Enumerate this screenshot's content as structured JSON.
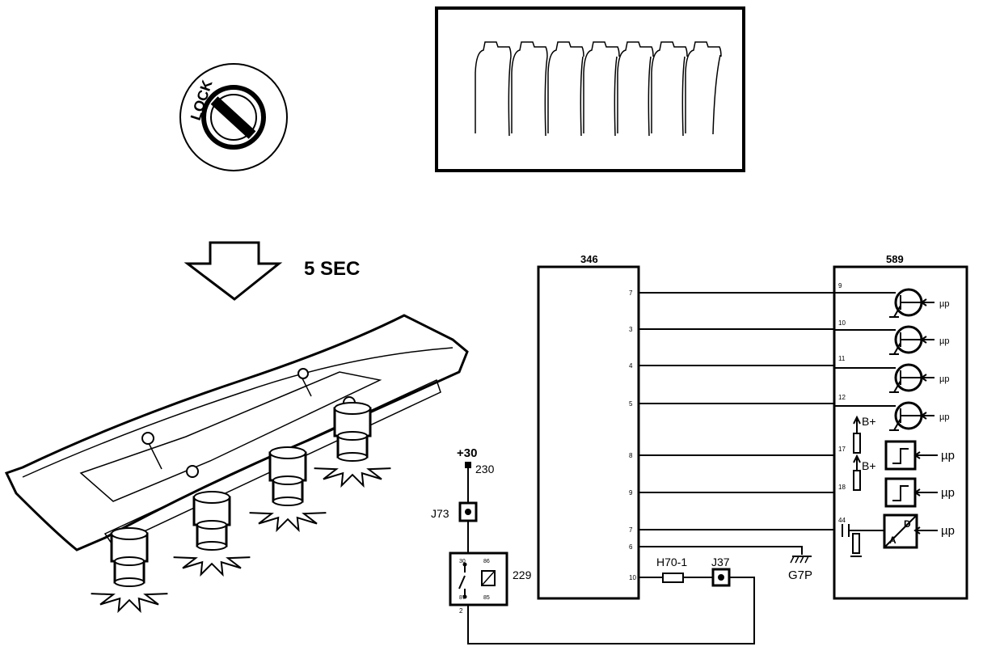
{
  "ignition": {
    "lock_label": "LOCK"
  },
  "timing": {
    "label": "5 SEC"
  },
  "module_346": {
    "label": "346",
    "pins": [
      "7",
      "3",
      "4",
      "5",
      "8",
      "9",
      "7",
      "6",
      "10"
    ]
  },
  "module_589": {
    "label": "589",
    "pins": [
      "9",
      "10",
      "11",
      "12",
      "17",
      "18",
      "44"
    ],
    "outputs": [
      "µp",
      "µp",
      "µp",
      "µp",
      "µp",
      "µp",
      "µp"
    ],
    "supply": [
      "B+",
      "B+"
    ],
    "converter": {
      "a": "A",
      "d": "D"
    }
  },
  "power": {
    "label": "+30",
    "node": "230"
  },
  "relay": {
    "label": "229",
    "pins": [
      "30",
      "86",
      "87",
      "85"
    ],
    "bottom_pin": "2"
  },
  "connectors": {
    "j73": "J73",
    "h70": "H70-1",
    "j37": "J37",
    "ground": "G7P"
  }
}
